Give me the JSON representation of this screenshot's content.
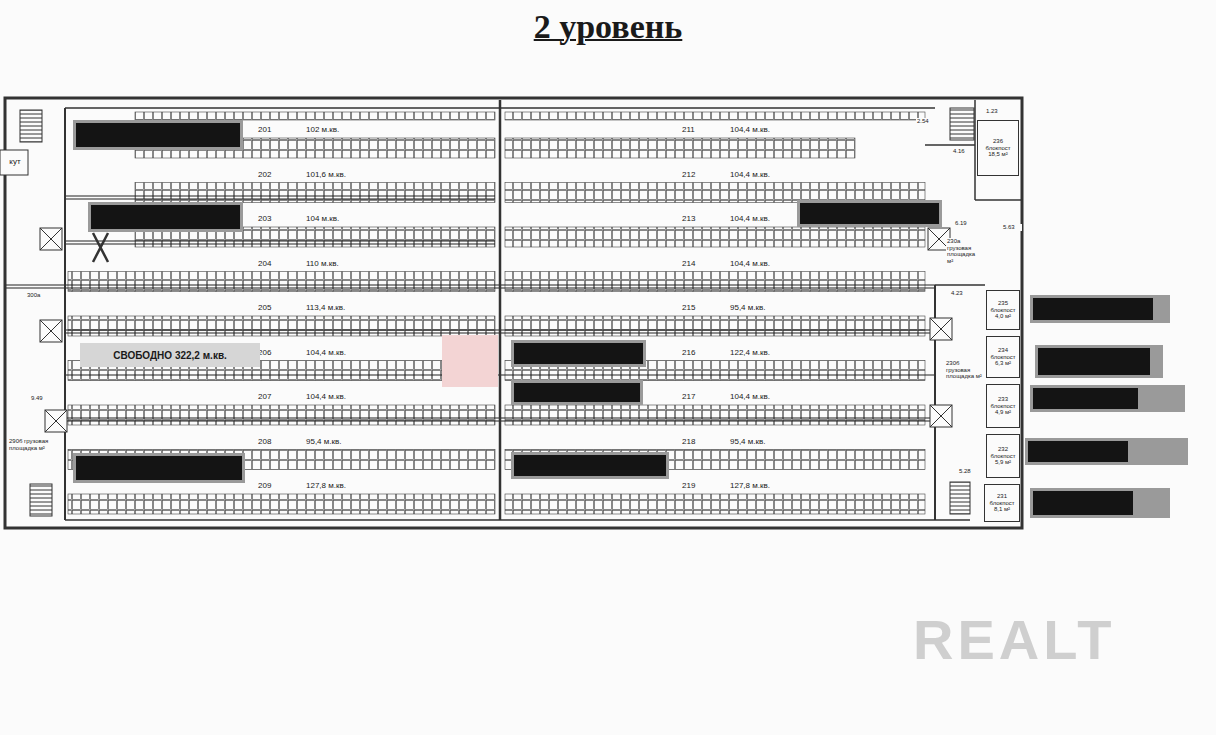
{
  "diagram": {
    "title": "2 уровень",
    "nodes": [
      {
        "text": [
          "201",
          "102 м.кв."
        ]
      },
      {
        "text": [
          "202",
          "101,6 м.кв."
        ]
      },
      {
        "text": [
          "203",
          "104 м.кв."
        ]
      },
      {
        "text": [
          "204",
          "110 м.кв."
        ]
      },
      {
        "text": [
          "205",
          "113,4 м.кв."
        ]
      },
      {
        "text": [
          "206",
          "104,4 м.кв."
        ]
      },
      {
        "text": [
          "207",
          "104,4 м.кв."
        ]
      },
      {
        "text": [
          "208",
          "95,4 м.кв."
        ]
      },
      {
        "text": [
          "209",
          "127,8 м.кв."
        ]
      },
      {
        "text": [
          "211",
          "104,4 м.кв."
        ]
      },
      {
        "text": [
          "212",
          "104,4 м.кв."
        ]
      },
      {
        "text": [
          "213",
          "104,4 м.кв."
        ]
      },
      {
        "text": [
          "214",
          "104,4 м.кв."
        ]
      },
      {
        "text": [
          "215",
          "95,4 м.кв."
        ]
      },
      {
        "text": [
          "216",
          "122,4 м.кв."
        ]
      },
      {
        "text": [
          "217",
          "104,4 м.кв."
        ]
      },
      {
        "text": [
          "218",
          "95,4 м.кв."
        ]
      },
      {
        "text": [
          "219",
          "127,8 м.кв."
        ]
      },
      {
        "text": [
          "СВОБОДНО 322,2 м.кв."
        ]
      },
      {
        "text": [
          "236",
          "блокпост 18,5 м²"
        ]
      },
      {
        "text": [
          "235",
          "блокпост 4,0 м²"
        ]
      },
      {
        "text": [
          "234",
          "блокпост 6,3 м²"
        ]
      },
      {
        "text": [
          "233",
          "блокпост 4,9 м²"
        ]
      },
      {
        "text": [
          "232",
          "блокпост 5,9 м²"
        ]
      },
      {
        "text": [
          "231",
          "блокпост 8,1 м²"
        ]
      }
    ],
    "labels": [
      "кут",
      "300а",
      "290б грузовая площадка м²",
      "230а грузовая площадка м²",
      "230б грузовая площадка м²",
      "1.23",
      "2.54",
      "4.16",
      "6.19",
      "5.63",
      "4.23",
      "5.28",
      "9.49",
      "REALT"
    ]
  }
}
